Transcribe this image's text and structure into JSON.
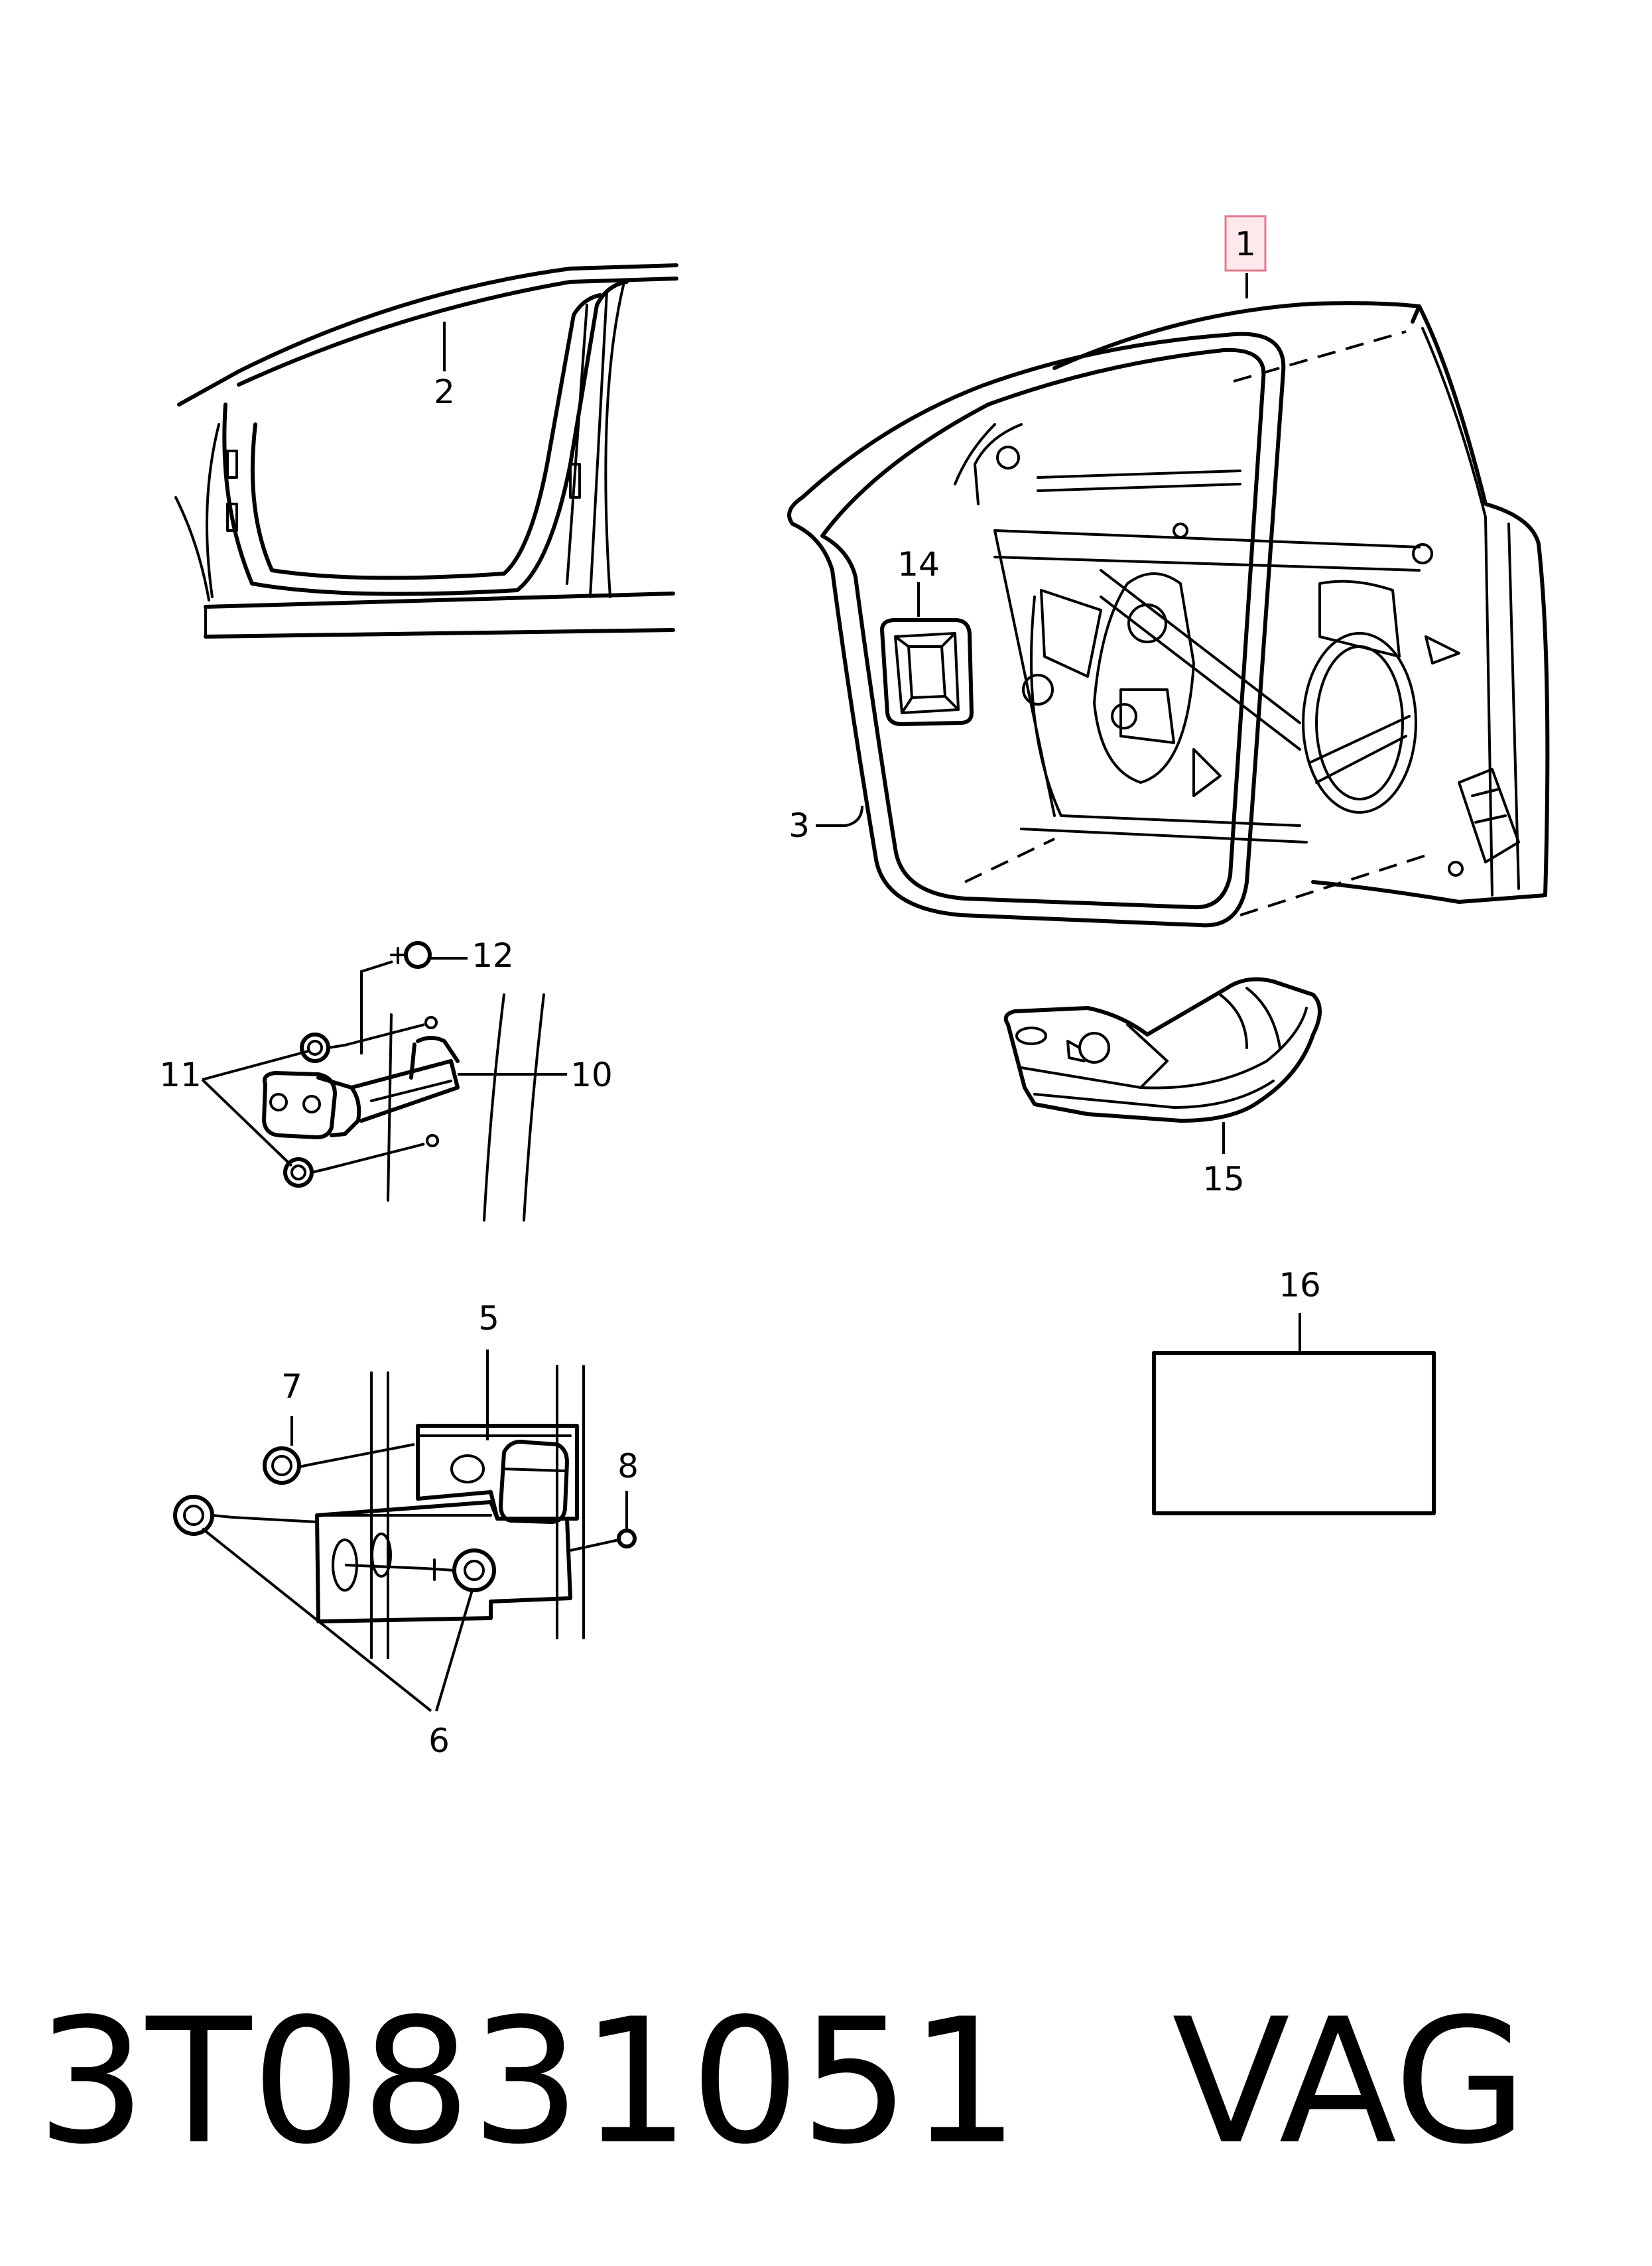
{
  "callouts": {
    "c1": "1",
    "c2": "2",
    "c3": "3",
    "c5": "5",
    "c6": "6",
    "c7": "7",
    "c8": "8",
    "c10": "10",
    "c11": "11",
    "c12": "12",
    "c14": "14",
    "c15": "15",
    "c16": "16"
  },
  "highlighted_callout": "1",
  "footer": {
    "part_number": "3T0831051",
    "brand": "VAG"
  }
}
